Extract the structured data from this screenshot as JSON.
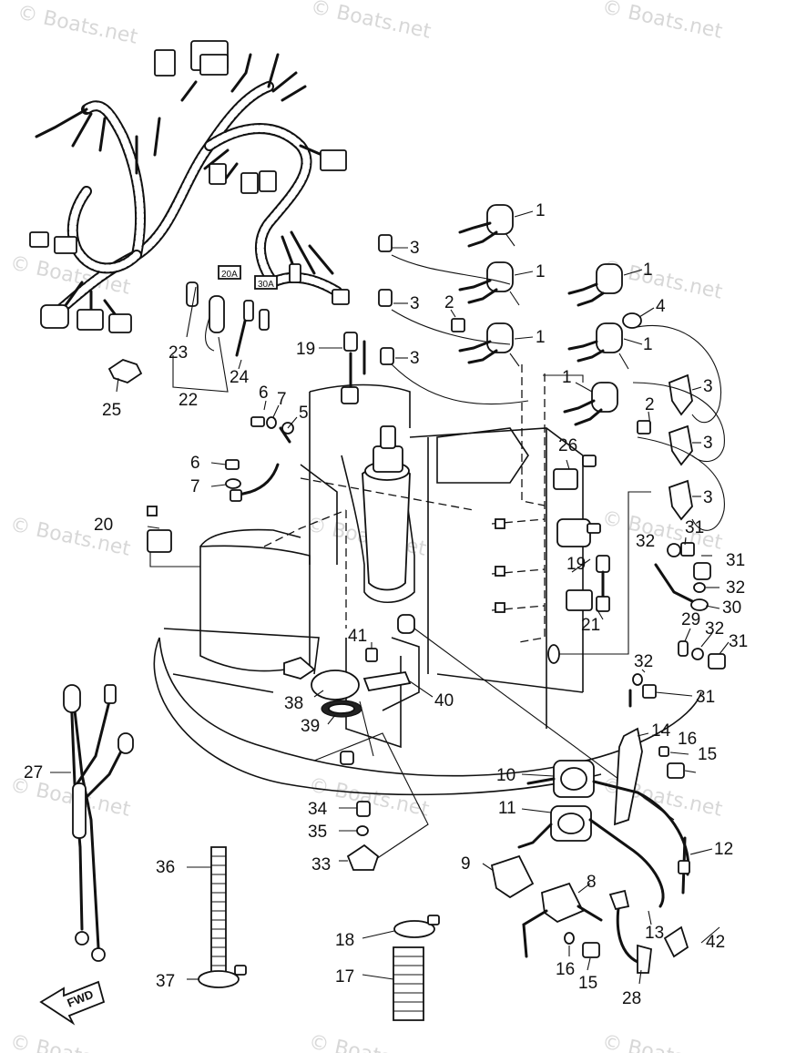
{
  "watermark": "© Boats.net",
  "fwd_label": "FWD",
  "box_labels": {
    "fuse_20a": "20A",
    "fuse_30a": "30A"
  },
  "callouts": [
    {
      "n": "1"
    },
    {
      "n": "1"
    },
    {
      "n": "1"
    },
    {
      "n": "1"
    },
    {
      "n": "1"
    },
    {
      "n": "1"
    },
    {
      "n": "2"
    },
    {
      "n": "2"
    },
    {
      "n": "3"
    },
    {
      "n": "3"
    },
    {
      "n": "3"
    },
    {
      "n": "3"
    },
    {
      "n": "3"
    },
    {
      "n": "3"
    },
    {
      "n": "4"
    },
    {
      "n": "5"
    },
    {
      "n": "6"
    },
    {
      "n": "6"
    },
    {
      "n": "7"
    },
    {
      "n": "7"
    },
    {
      "n": "8"
    },
    {
      "n": "9"
    },
    {
      "n": "10"
    },
    {
      "n": "11"
    },
    {
      "n": "12"
    },
    {
      "n": "13"
    },
    {
      "n": "14"
    },
    {
      "n": "15"
    },
    {
      "n": "15"
    },
    {
      "n": "16"
    },
    {
      "n": "16"
    },
    {
      "n": "17"
    },
    {
      "n": "18"
    },
    {
      "n": "19"
    },
    {
      "n": "19"
    },
    {
      "n": "20"
    },
    {
      "n": "21"
    },
    {
      "n": "22"
    },
    {
      "n": "23"
    },
    {
      "n": "24"
    },
    {
      "n": "25"
    },
    {
      "n": "26"
    },
    {
      "n": "27"
    },
    {
      "n": "28"
    },
    {
      "n": "29"
    },
    {
      "n": "30"
    },
    {
      "n": "31"
    },
    {
      "n": "31"
    },
    {
      "n": "31"
    },
    {
      "n": "31"
    },
    {
      "n": "32"
    },
    {
      "n": "32"
    },
    {
      "n": "32"
    },
    {
      "n": "32"
    },
    {
      "n": "33"
    },
    {
      "n": "34"
    },
    {
      "n": "35"
    },
    {
      "n": "36"
    },
    {
      "n": "37"
    },
    {
      "n": "38"
    },
    {
      "n": "39"
    },
    {
      "n": "40"
    },
    {
      "n": "41"
    },
    {
      "n": "42"
    }
  ]
}
